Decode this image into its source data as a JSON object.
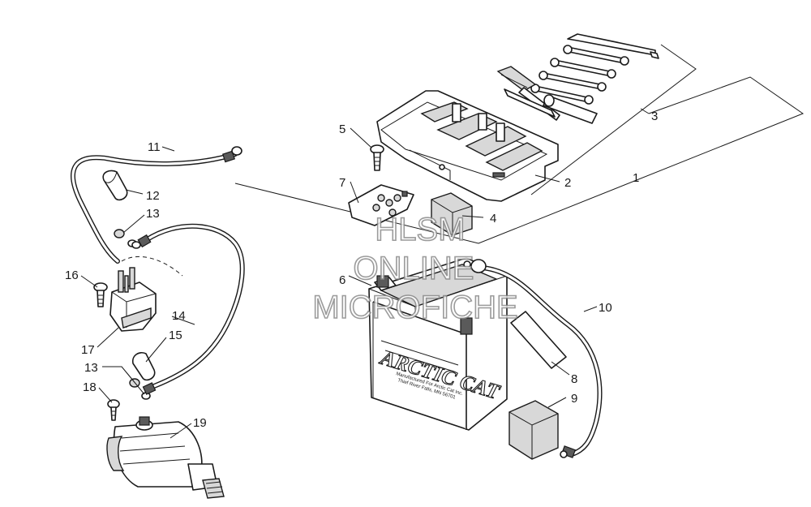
{
  "callouts": [
    {
      "id": "1",
      "label": "1"
    },
    {
      "id": "2",
      "label": "2"
    },
    {
      "id": "3",
      "label": "3"
    },
    {
      "id": "4",
      "label": "4"
    },
    {
      "id": "5",
      "label": "5"
    },
    {
      "id": "6",
      "label": "6"
    },
    {
      "id": "7",
      "label": "7"
    },
    {
      "id": "8",
      "label": "8"
    },
    {
      "id": "9",
      "label": "9"
    },
    {
      "id": "10",
      "label": "10"
    },
    {
      "id": "11",
      "label": "11"
    },
    {
      "id": "12",
      "label": "12"
    },
    {
      "id": "13a",
      "label": "13"
    },
    {
      "id": "13b",
      "label": "13"
    },
    {
      "id": "14",
      "label": "14"
    },
    {
      "id": "15",
      "label": "15"
    },
    {
      "id": "16",
      "label": "16"
    },
    {
      "id": "17",
      "label": "17"
    },
    {
      "id": "18",
      "label": "18"
    },
    {
      "id": "19",
      "label": "19"
    }
  ],
  "battery_brand": "ARCTIC CAT",
  "watermark": {
    "line1": "HLSM",
    "line2": "ONLINE",
    "line3": "MICROFICHE"
  },
  "colors": {
    "line": "#1a1a1a",
    "watermark": "#8a8a8a",
    "background": "#ffffff"
  }
}
